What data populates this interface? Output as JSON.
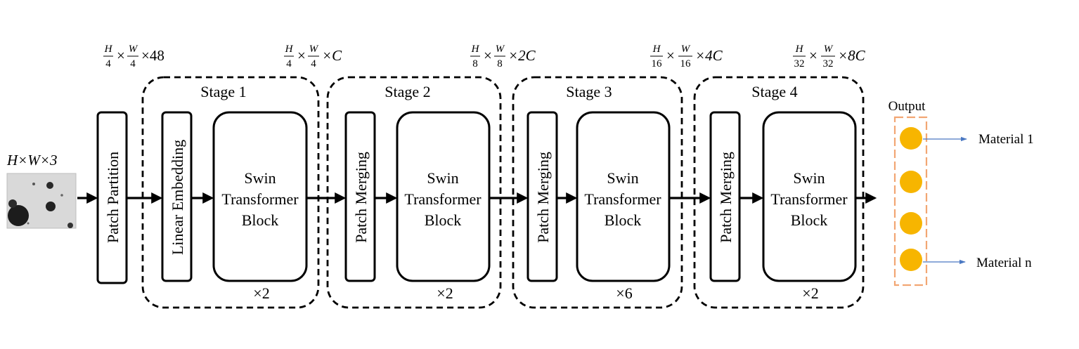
{
  "input": {
    "dims": "H×W×3",
    "image": "input-micrograph"
  },
  "patch_partition": {
    "label": "Patch Partition"
  },
  "stages": [
    {
      "title": "Stage 1",
      "first_block": "Linear Embedding",
      "block_lines": [
        "Swin",
        "Transformer",
        "Block"
      ],
      "repeat": "×2",
      "dims": {
        "h_den": "4",
        "w_den": "4",
        "channels": "×48"
      }
    },
    {
      "title": "Stage 2",
      "first_block": "Patch Merging",
      "block_lines": [
        "Swin",
        "Transformer",
        "Block"
      ],
      "repeat": "×2",
      "dims": {
        "h_den": "4",
        "w_den": "4",
        "channels": "×C"
      }
    },
    {
      "title": "Stage 3",
      "first_block": "Patch Merging",
      "block_lines": [
        "Swin",
        "Transformer",
        "Block"
      ],
      "repeat": "×6",
      "dims": {
        "h_den": "8",
        "w_den": "8",
        "channels": "×2C"
      }
    },
    {
      "title": "Stage 4",
      "first_block": "Patch Merging",
      "block_lines": [
        "Swin",
        "Transformer",
        "Block"
      ],
      "repeat": "×2",
      "dims": {
        "h_den": "16",
        "w_den": "16",
        "channels": "×4C"
      }
    }
  ],
  "final_dims": {
    "h_den": "32",
    "w_den": "32",
    "channels": "×8C"
  },
  "output": {
    "title": "Output",
    "first_label": "Material 1",
    "last_label": "Material n",
    "node_color": "#f7b500",
    "frame_color": "#f2a673",
    "arrow_color": "#4a78c2"
  }
}
